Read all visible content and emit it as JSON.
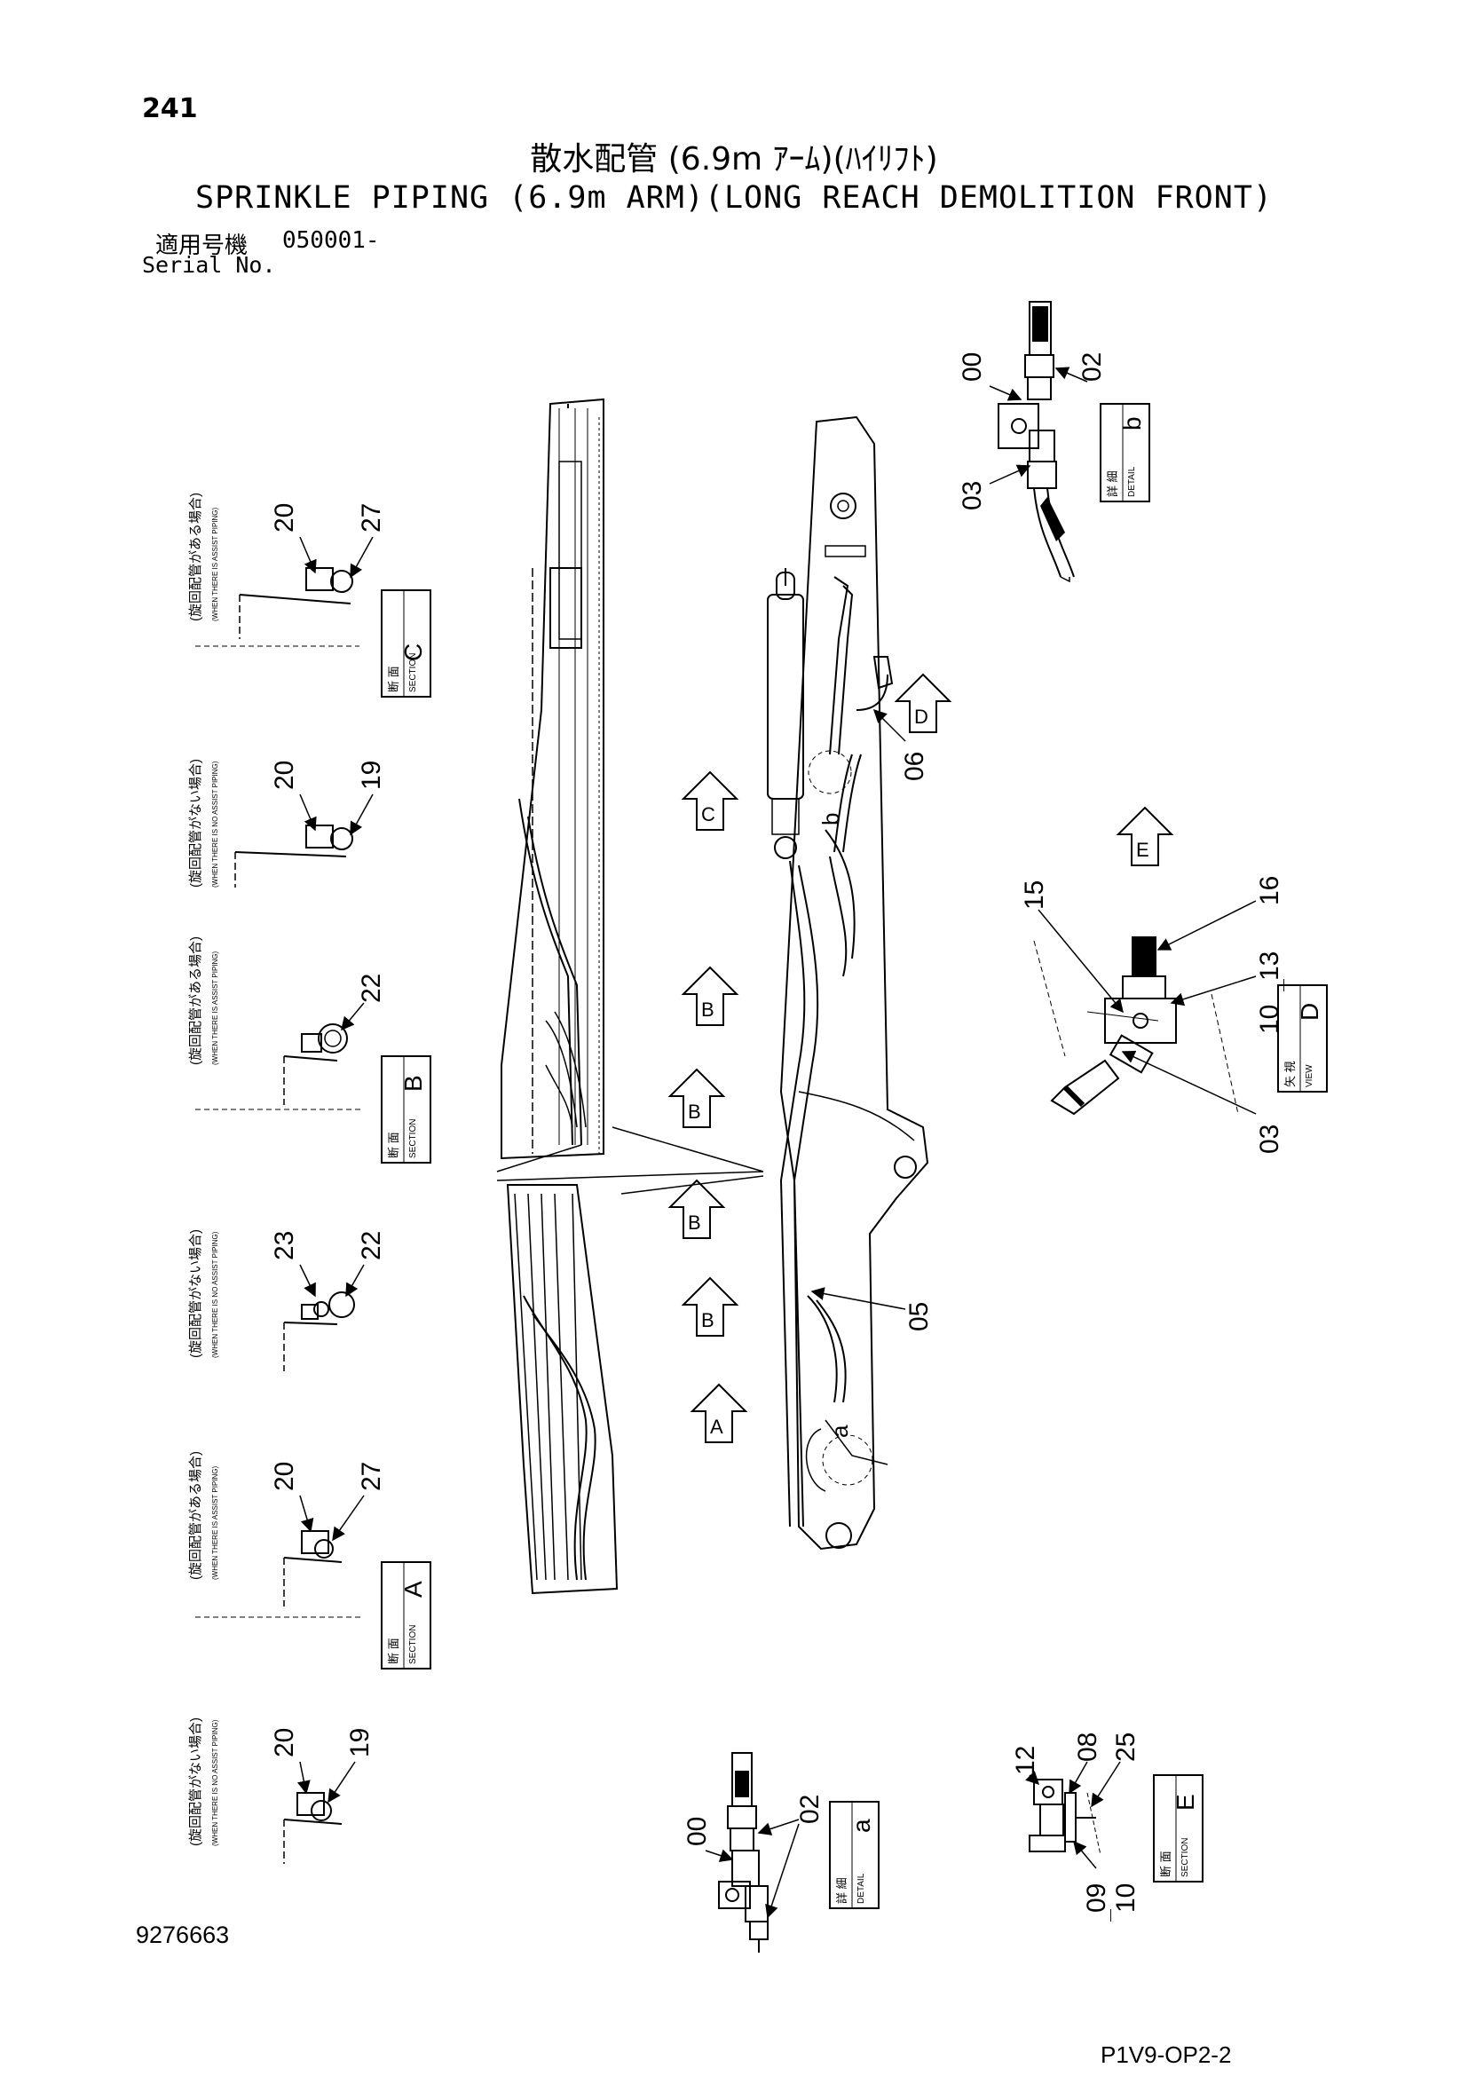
{
  "header": {
    "page_number": "241",
    "title_jp": "散水配管 (6.9m ｱｰﾑ)(ﾊｲﾘﾌﾄ)",
    "title_en": "SPRINKLE PIPING (6.9m ARM)(LONG REACH DEMOLITION FRONT)",
    "serial_label_jp": "適用号機",
    "serial_value": "050001-",
    "serial_label_en": "Serial No."
  },
  "sections": {
    "note_with": "(旋回配管がある場合)",
    "note_with_en": "(WHEN THERE IS ASSIST PIPING)",
    "note_without": "(旋回配管がない場合)",
    "note_without_en": "(WHEN THERE IS NO ASSIST PIPING)",
    "section_jp": "断 面",
    "section_en": "SECTION",
    "detail_jp": "詳 細",
    "detail_en": "DETAIL",
    "view_jp": "矢 視",
    "view_en": "VIEW",
    "section_c": {
      "letter": "C",
      "p1": "20",
      "p2": "27"
    },
    "section_c_alt": {
      "p1": "20",
      "p2": "19"
    },
    "section_b": {
      "letter": "B",
      "p1": "22"
    },
    "section_b_alt": {
      "p1": "23",
      "p2": "22"
    },
    "section_a": {
      "letter": "A",
      "p1": "20",
      "p2": "27"
    },
    "section_a_alt": {
      "p1": "20",
      "p2": "19"
    }
  },
  "detail_b": {
    "letter": "b",
    "p00": "00",
    "p02": "02",
    "p03": "03"
  },
  "detail_a": {
    "letter": "a",
    "p00": "00",
    "p02": "02"
  },
  "view_d": {
    "letter": "D",
    "p15": "15",
    "p16": "16",
    "p13": "13",
    "p10": "10",
    "p03": "03",
    "dash": "—"
  },
  "section_e": {
    "letter": "E",
    "p12": "12",
    "p08": "08",
    "p25": "25",
    "p09": "09",
    "p10": "10",
    "dash": "—"
  },
  "main": {
    "arrow_c": "C",
    "arrow_b": "B",
    "arrow_a": "A",
    "arrow_d": "D",
    "arrow_e": "E",
    "p06": "06",
    "p05": "05",
    "lbl_b": "b",
    "lbl_a": "a"
  },
  "footer": {
    "doc_number": "9276663",
    "page_code": "P1V9-OP2-2"
  }
}
